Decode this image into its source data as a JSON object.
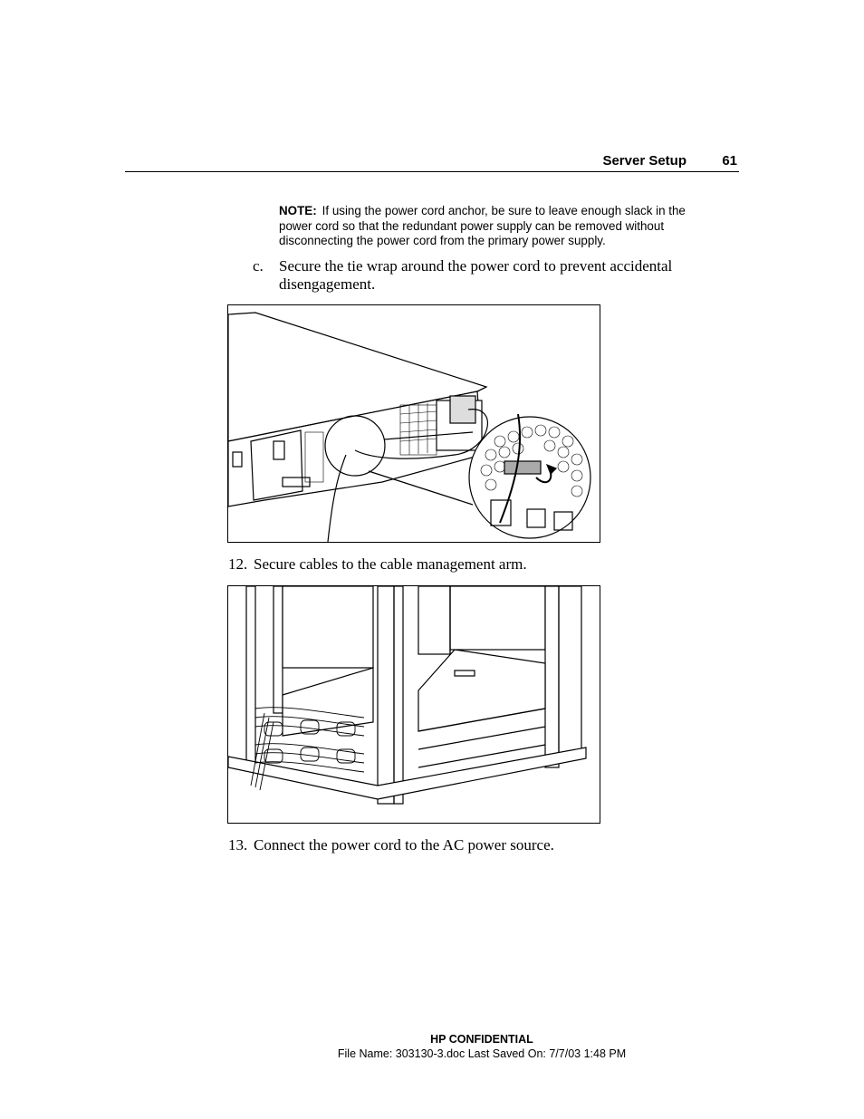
{
  "header": {
    "section": "Server Setup",
    "page_number": "61"
  },
  "note": {
    "label": "NOTE:",
    "text": "If using the power cord anchor, be sure to leave enough slack in the power cord so that the redundant power supply can be removed without disconnecting the power cord from the primary power supply."
  },
  "step_c": {
    "marker": "c.",
    "text": "Secure the tie wrap around the power cord to prevent accidental disengagement."
  },
  "step_12": {
    "number": "12.",
    "text": "Secure cables to the cable management arm."
  },
  "step_13": {
    "number": "13.",
    "text": "Connect the power cord to the AC power source."
  },
  "footer": {
    "confidential": "HP CONFIDENTIAL",
    "file_info": "File Name: 303130-3.doc   Last Saved On: 7/7/03 1:48 PM"
  }
}
